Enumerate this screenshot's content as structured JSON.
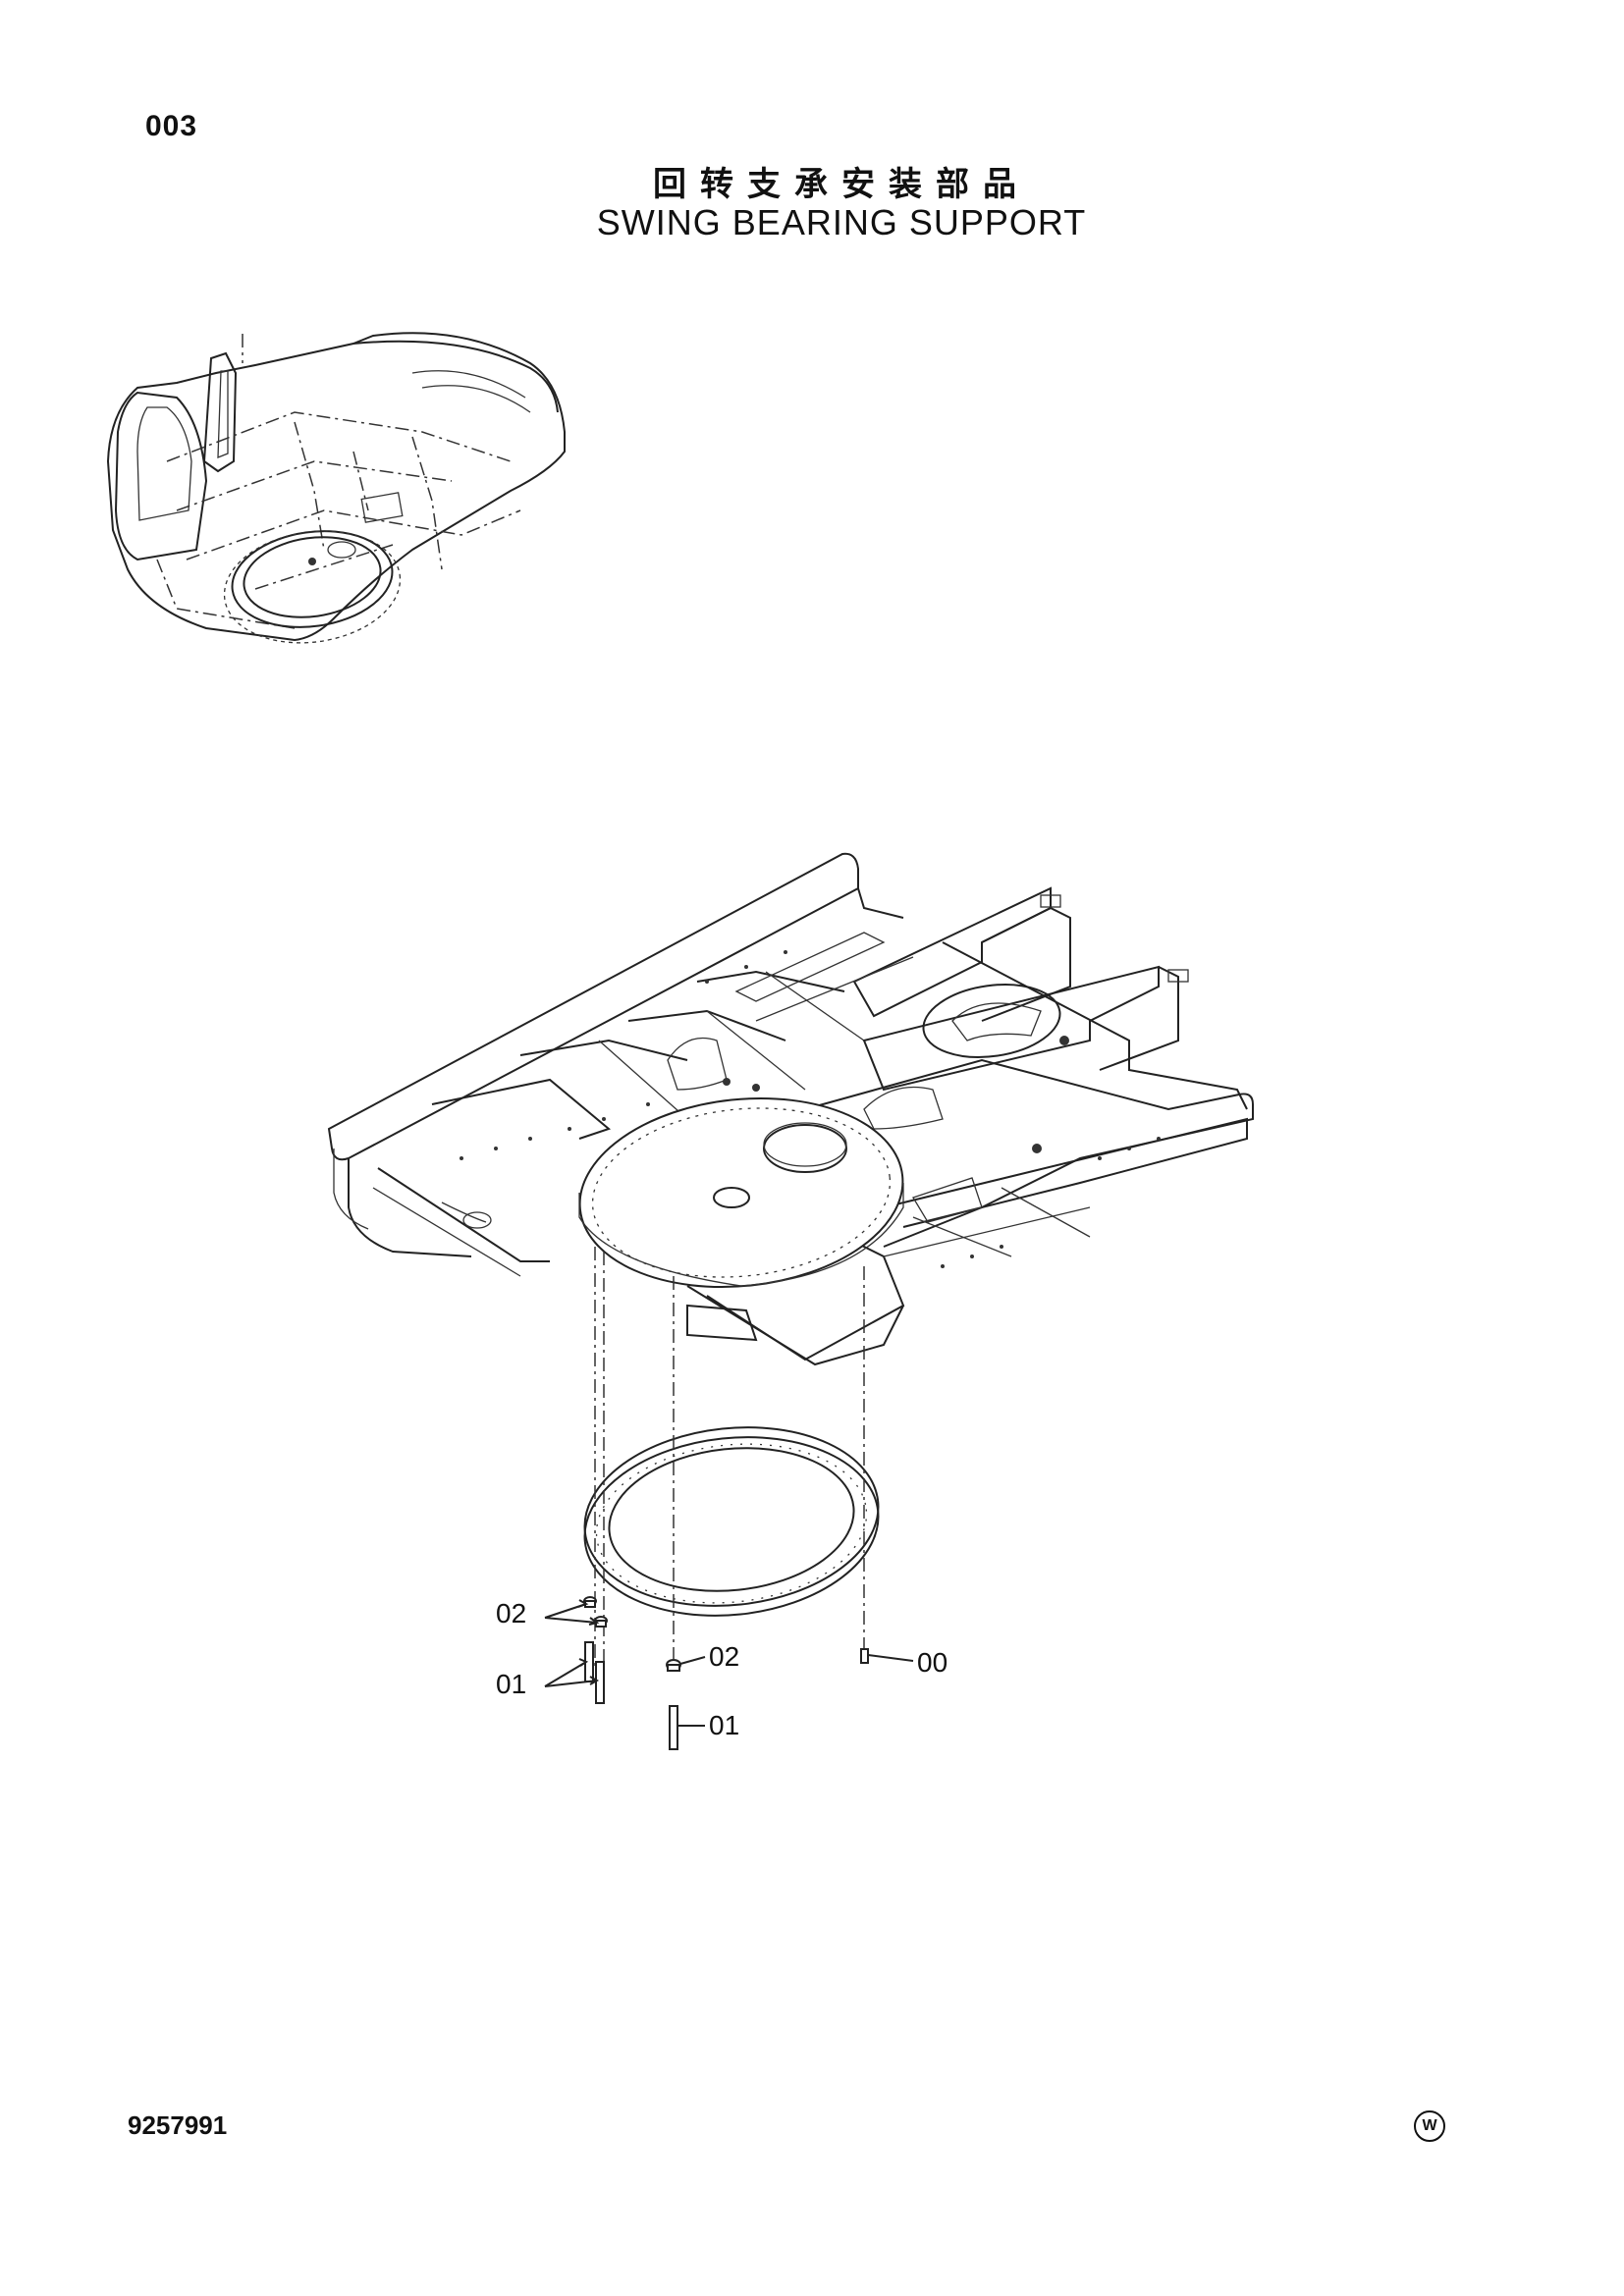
{
  "header": {
    "page_number": "003",
    "title_cn": "回转支承安装部品",
    "title_en": "SWING BEARING SUPPORT"
  },
  "callouts": [
    {
      "id": "c-02-left",
      "label": "02"
    },
    {
      "id": "c-01-left",
      "label": "01"
    },
    {
      "id": "c-02-center",
      "label": "02"
    },
    {
      "id": "c-01-center",
      "label": "01"
    },
    {
      "id": "c-00-right",
      "label": "00"
    }
  ],
  "footer": {
    "doc_number": "9257991",
    "copyright_mark": "W"
  }
}
